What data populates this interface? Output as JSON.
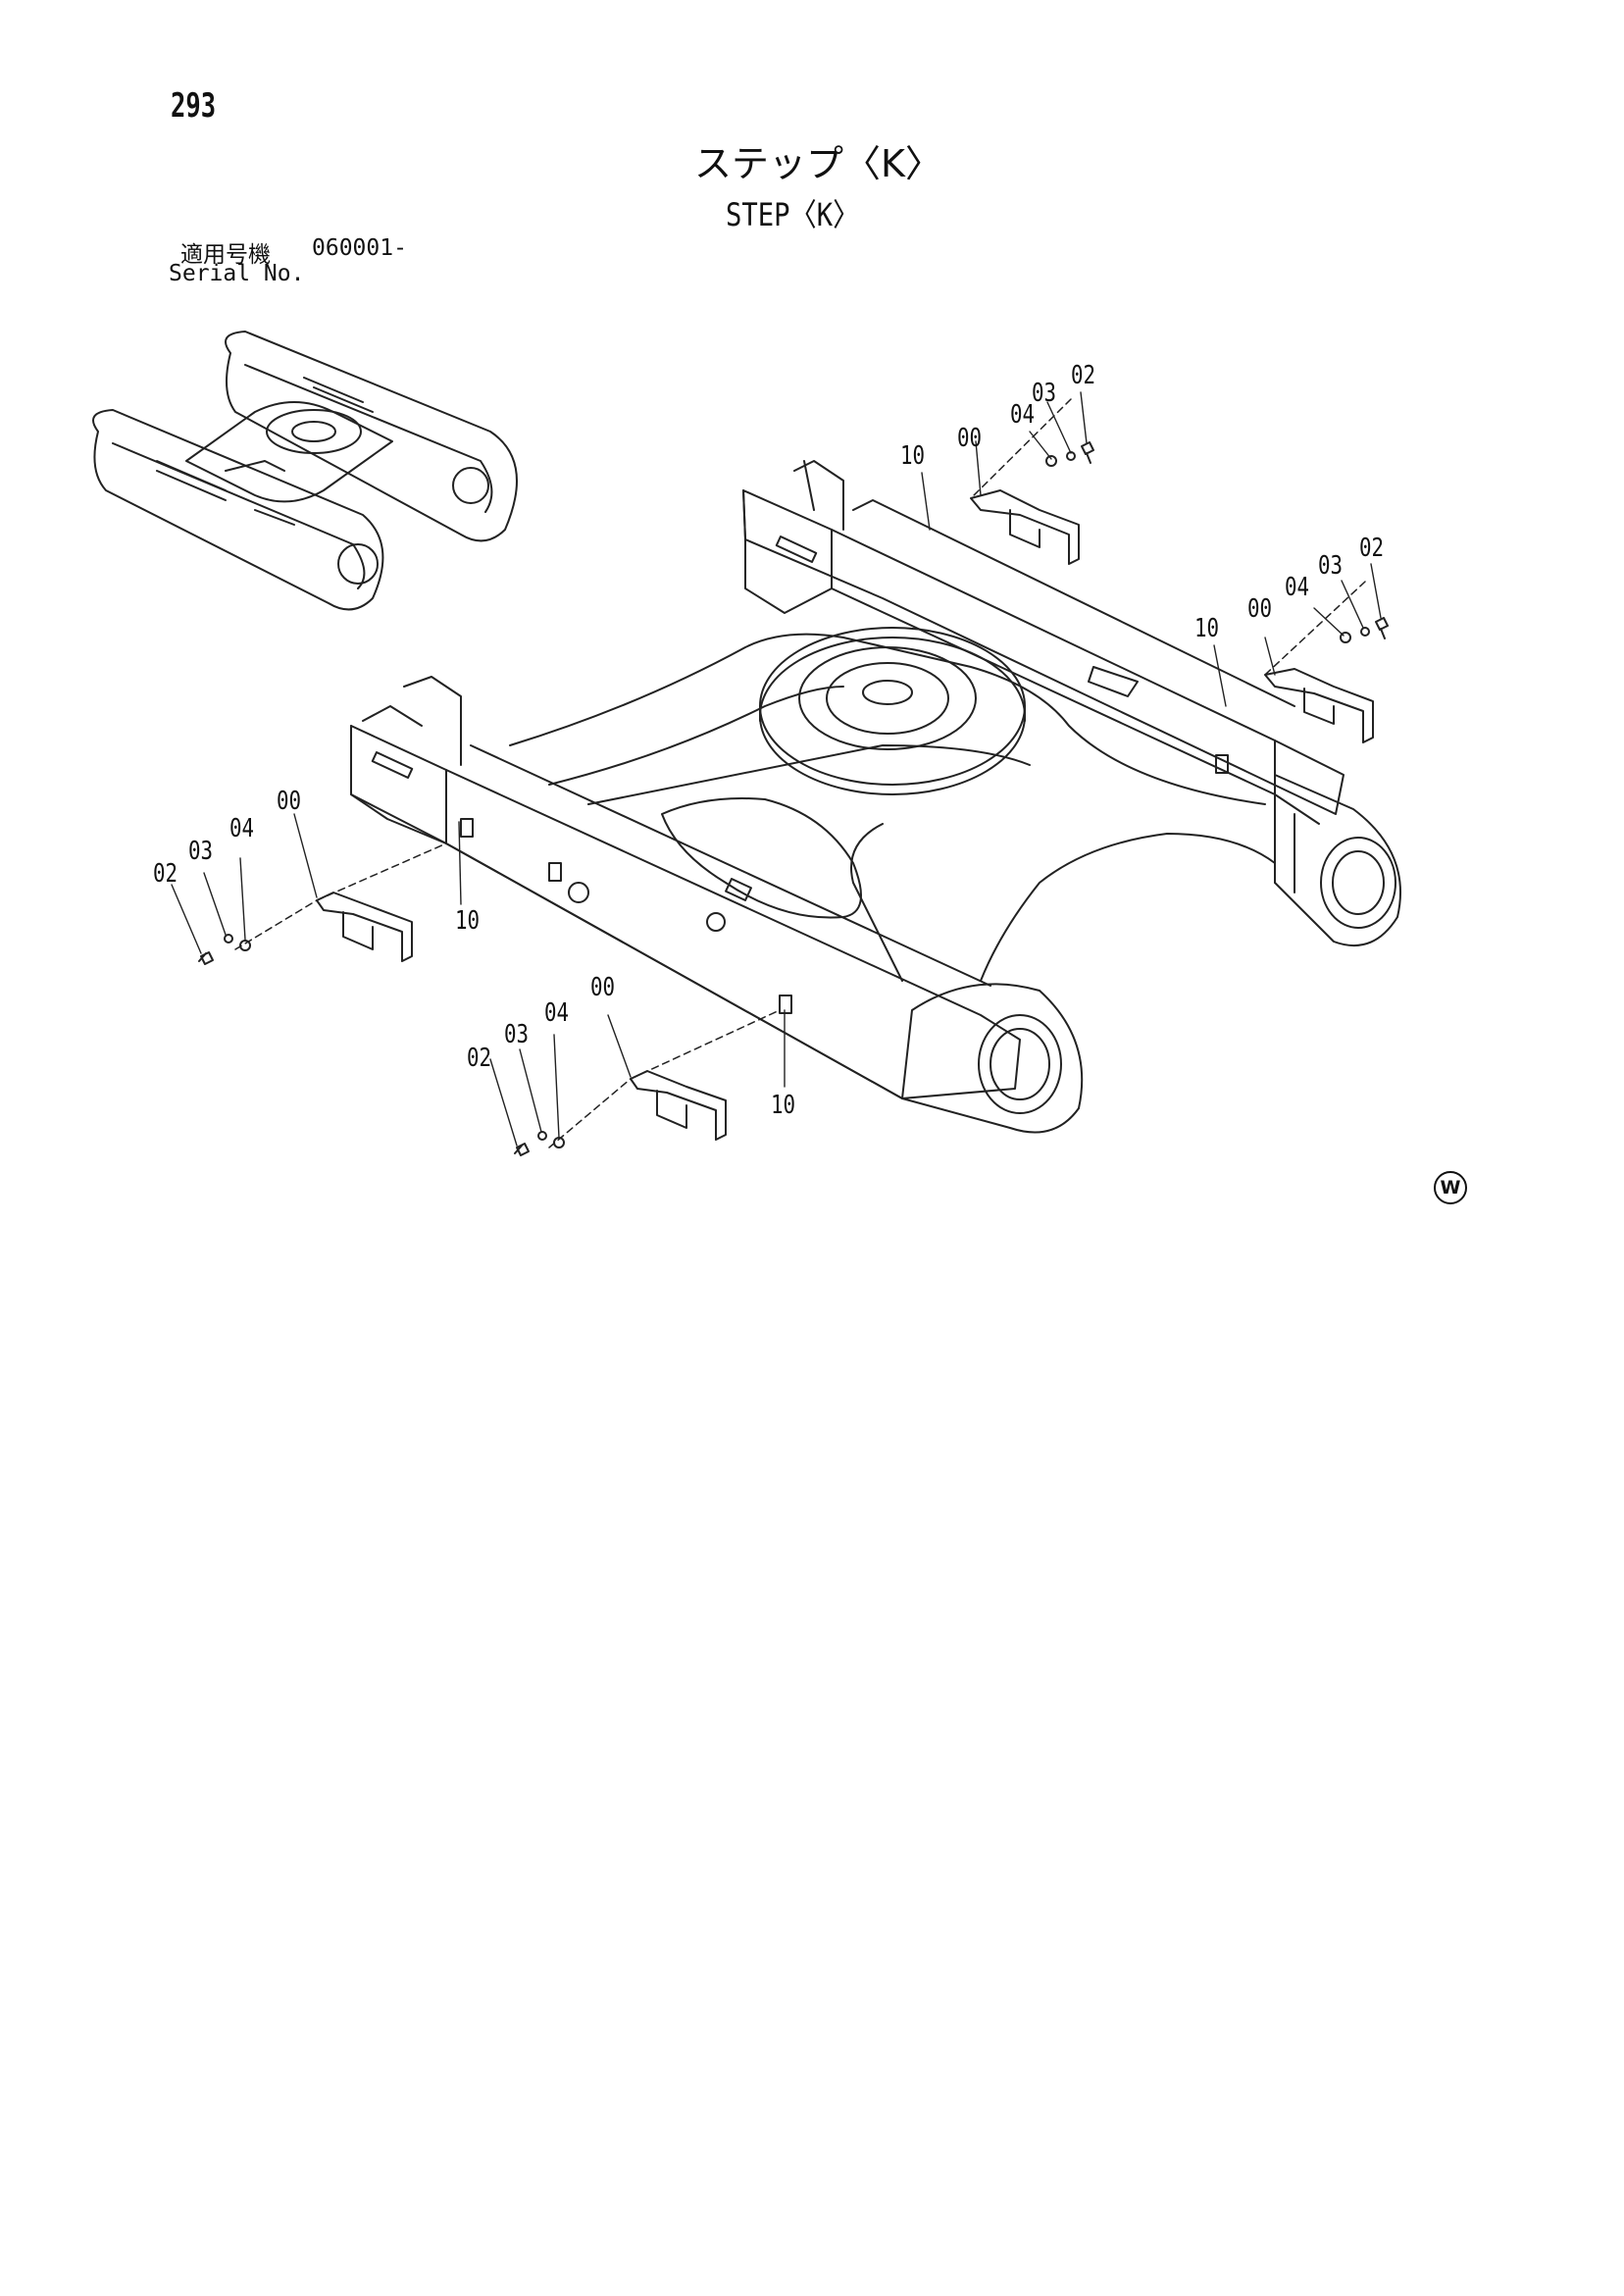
{
  "page_number": "293",
  "title_jp": "ステップ〈K〉",
  "title_en": "STEP〈K〉",
  "serial": {
    "label_jp": "適用号機",
    "value": "060001-",
    "label_en": "Serial No."
  },
  "watermark": "W",
  "callouts": {
    "c1": "10",
    "c2": "00",
    "c3": "04",
    "c4": "03",
    "c5": "02",
    "c6": "10",
    "c7": "00",
    "c8": "04",
    "c9": "03",
    "c10": "02",
    "c11": "00",
    "c12": "04",
    "c13": "03",
    "c14": "02",
    "c15": "10",
    "c16": "00",
    "c17": "04",
    "c18": "03",
    "c19": "02",
    "c20": "10"
  }
}
